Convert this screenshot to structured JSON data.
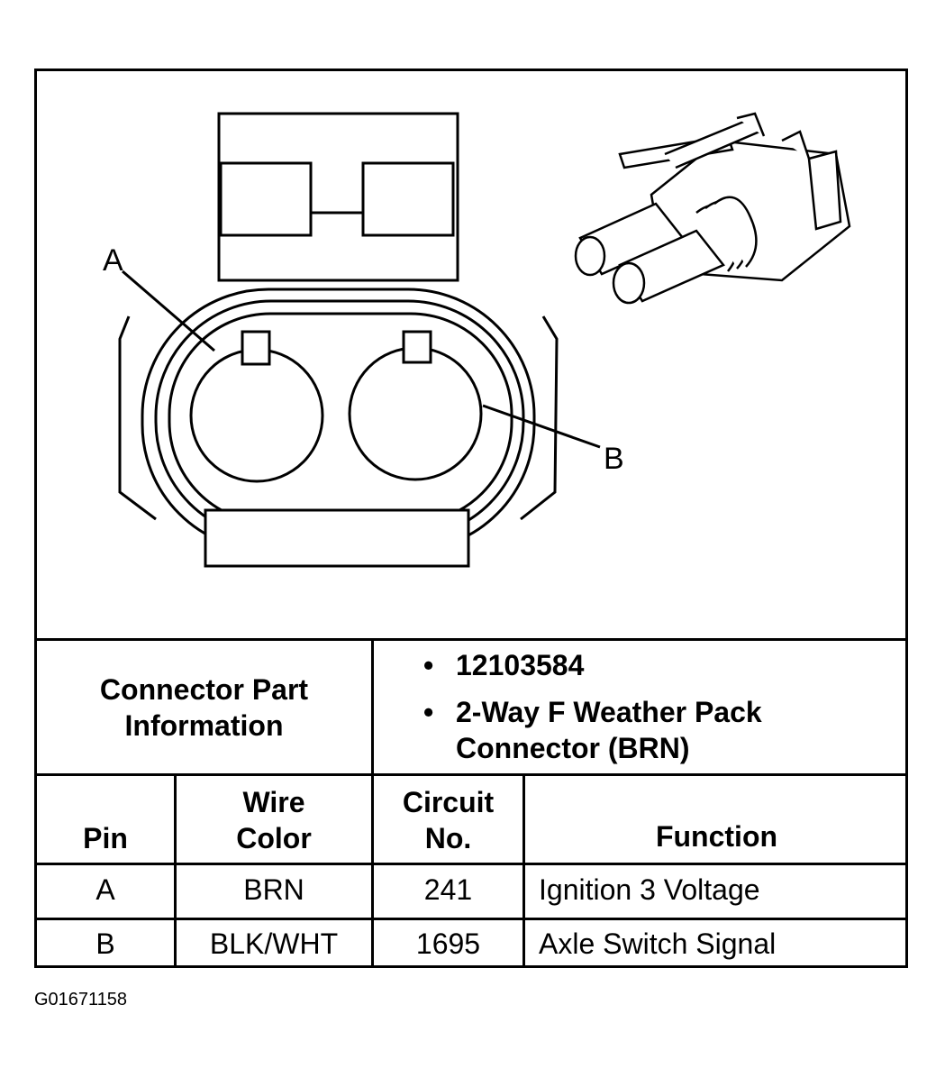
{
  "callouts": {
    "a": "A",
    "b": "B"
  },
  "connector_info": {
    "label_line1": "Connector Part",
    "label_line2": "Information",
    "bullets": [
      "12103584",
      "2-Way F Weather Pack",
      "Connector (BRN)"
    ],
    "bullet_symbol": "•"
  },
  "table": {
    "headers": {
      "pin": "Pin",
      "wire_color_1": "Wire",
      "wire_color_2": "Color",
      "circuit_1": "Circuit",
      "circuit_2": "No.",
      "function": "Function"
    },
    "rows": [
      {
        "pin": "A",
        "wire_color": "BRN",
        "circuit": "241",
        "function": "Ignition 3 Voltage"
      },
      {
        "pin": "B",
        "wire_color": "BLK/WHT",
        "circuit": "1695",
        "function": "Axle Switch Signal"
      }
    ]
  },
  "figure_id": "G01671158"
}
